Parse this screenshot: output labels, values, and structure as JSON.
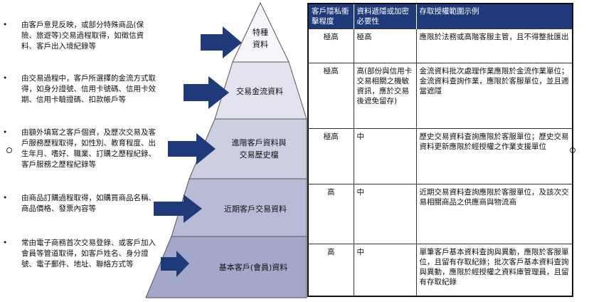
{
  "left_items": [
    {
      "bullet": "•",
      "text": "由客戶意見反映，或部分特殊商品(保險、旅遊等)交易過程取得，如徵信資料、客戶出入境紀錄等"
    },
    {
      "bullet": "•",
      "text": "由交易過程中，客戶所選擇的金流方式取得，如身分證號、信用卡號碼、信用卡效期、信用卡驗證碼、扣款帳戶等"
    },
    {
      "bullet": "•",
      "text": "由額外填寫之客戶個資，及歷次交易及客戶服務歷程取得，如性別、教育程度、出生年月、嗜好、職業、訂購之歷程紀錄、客戶服務之歷程紀錄等"
    },
    {
      "bullet": "•",
      "text": "由商品訂購過程取得，如購買商品名稱、商品價格、發票內容等"
    },
    {
      "bullet": "•",
      "text": "常由電子商務首次交易登錄、或客戶加入會員等管道取得，如客戶姓名、身分證號、電子郵件、地址、聯絡方式等"
    }
  ],
  "pyramid_levels": [
    {
      "lines": [
        "特種",
        "資料"
      ],
      "color": "#f6f6fa"
    },
    {
      "lines": [
        "交易金流資料"
      ],
      "color": "#e2e3ee"
    },
    {
      "lines": [
        "進階客戶資料與",
        "交易歷史檔"
      ],
      "color": "#ccceE1"
    },
    {
      "lines": [
        "近期客戶交易資料"
      ],
      "color": "#b8bbd5"
    },
    {
      "lines": [
        "基本客戶(會員)資料"
      ],
      "color": "#a3a7ca"
    }
  ],
  "table": {
    "headers": [
      "客戶隱私衝擊程度",
      "資料遞隱或加密必要性",
      "存取授權範圍示例"
    ],
    "rows": [
      [
        "極高",
        "極高",
        "應限於法務或高階客服主管，且不得整批匯出"
      ],
      [
        "極高",
        "高(部份與信用卡交易相關之機敏資訊，應於交易後遮免留存)",
        "金流資料批次處理作業應限於金流作業單位；金流資料查詢作業，應限於客服單位，並且適當遮隱"
      ],
      [
        "極高",
        "中",
        "歷史交易資料查詢應限於客服單位；歷史交易資料更新應限於經授權之作業支援單位"
      ],
      [
        "高",
        "中",
        "近期交易資料查詢應限於客服單位，及該次交易相關商品之供應商與物流商"
      ],
      [
        "高",
        "中",
        "單筆客戶基本資料查詢與異動，應限於客服單位，且留有存取紀錄；批次客戶基本資料查詢與異動，應限於經授權之資料庫管理員，且留有存取紀錄"
      ]
    ]
  },
  "colors": {
    "header_bg": "#1f3a7a",
    "arrow": "#1f3a7a"
  }
}
